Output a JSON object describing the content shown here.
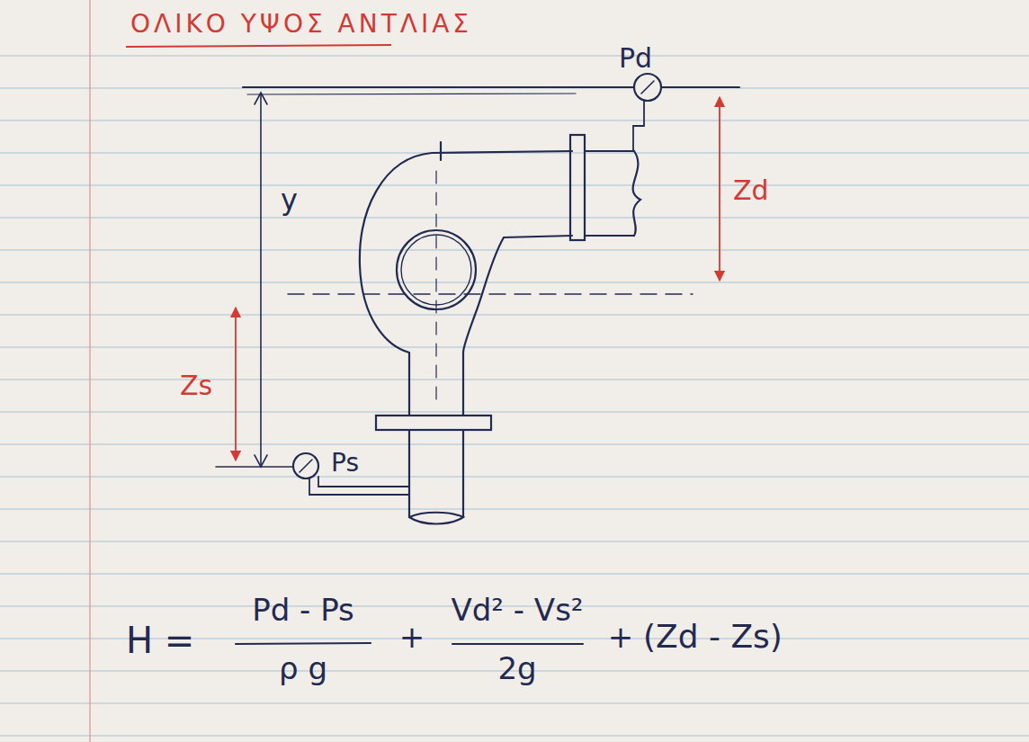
{
  "diagram": {
    "title": "ΟΛΙΚΟ ΥΨΟΣ ΑΝΤΛΙΑΣ",
    "labels": [
      "Pd",
      "y",
      "Zd",
      "Zs",
      "Ps",
      "H =",
      "Pd - Ps",
      "ρ g",
      "+",
      "Vd² - Vs²",
      "2g",
      "+",
      "(Zd - Zs)"
    ]
  }
}
